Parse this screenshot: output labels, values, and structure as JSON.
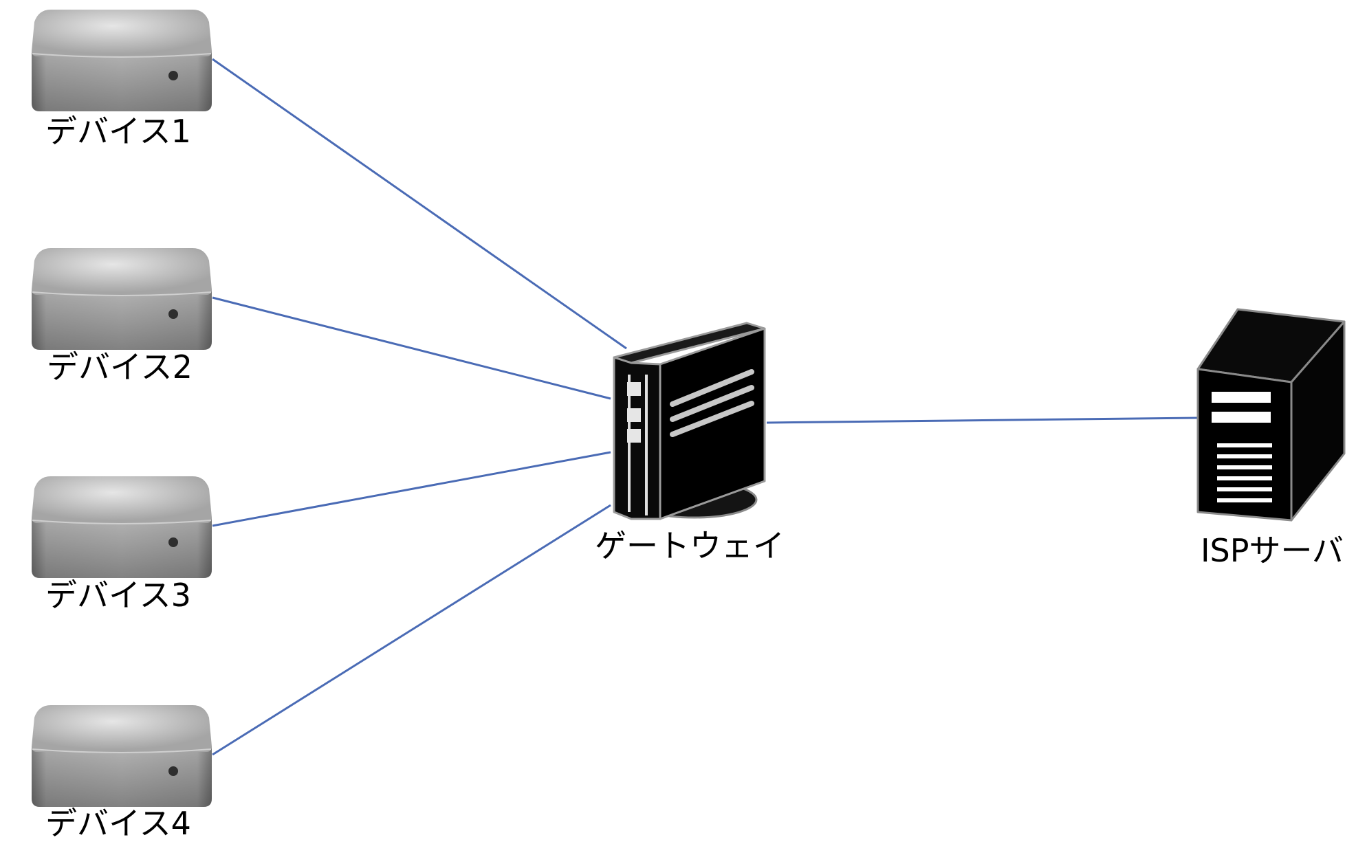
{
  "nodes": {
    "devices": [
      {
        "label": "デバイス1"
      },
      {
        "label": "デバイス2"
      },
      {
        "label": "デバイス3"
      },
      {
        "label": "デバイス4"
      }
    ],
    "gateway": {
      "label": "ゲートウェイ"
    },
    "isp_server": {
      "label": "ISPサーバ"
    }
  },
  "colors": {
    "link": "#4a6bb5",
    "device_body": "#9a9a9a",
    "server_body": "#000000"
  },
  "icons": {
    "device": "mini-computer-icon",
    "gateway": "gateway-tower-icon",
    "isp_server": "server-tower-icon"
  }
}
